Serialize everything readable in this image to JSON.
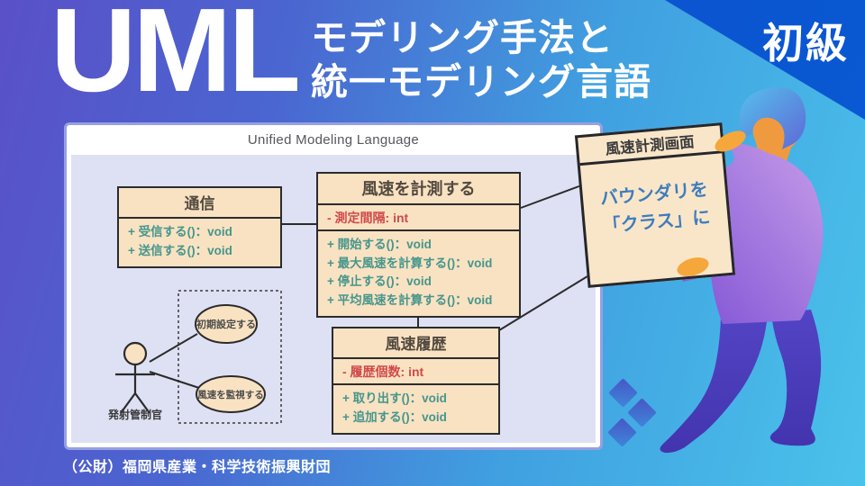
{
  "header": {
    "brand": "UML",
    "subtitle_line1": "モデリング手法と",
    "subtitle_line2": "統一モデリング言語",
    "level_badge": "初級"
  },
  "panel": {
    "title": "Unified Modeling Language"
  },
  "diagram": {
    "classes": [
      {
        "name": "通信",
        "attributes": [],
        "methods": [
          "+ 受信する()：void",
          "+ 送信する()：void"
        ]
      },
      {
        "name": "風速を計測する",
        "attributes": [
          "- 測定間隔: int"
        ],
        "methods": [
          "+ 開始する()：void",
          "+ 最大風速を計算する()：void",
          "+ 停止する()：void",
          "+ 平均風速を計算する()：void"
        ]
      },
      {
        "name": "風速履歴",
        "attributes": [
          "- 履歴個数: int"
        ],
        "methods": [
          "+ 取り出す()：void",
          "+ 追加する()：void"
        ]
      }
    ],
    "actor_label": "発射管制官",
    "use_cases": [
      "初期設定する",
      "風速を監視する"
    ]
  },
  "sign": {
    "title": "風速計測画面",
    "caption_line1": "バウンダリを",
    "caption_line2": "「クラス」に"
  },
  "footer": {
    "credit": "（公財）福岡県産業・科学技術振興財団"
  },
  "colors": {
    "background_left": "#5a50c8",
    "background_right": "#4ac2ea",
    "corner_triangle": "#0b52cb",
    "panel_body": "#dee1f4",
    "class_fill": "#f9e2c2",
    "class_border": "#2b2b2b",
    "attribute_red": "#d04a4a",
    "method_teal": "#46968c",
    "sign_caption_blue": "#3e7dbd"
  }
}
